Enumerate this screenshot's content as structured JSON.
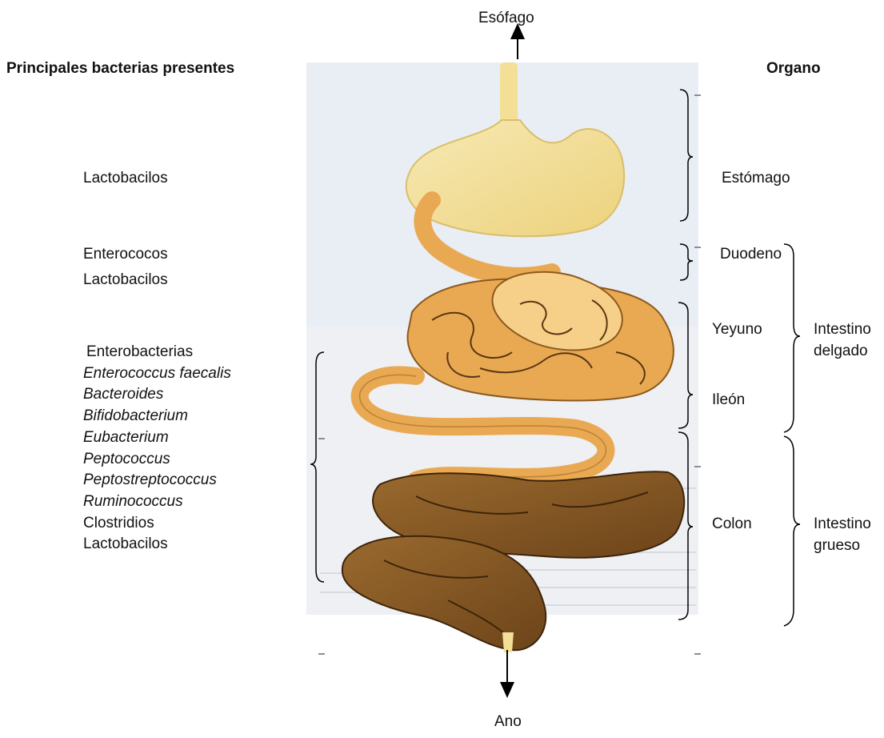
{
  "labels": {
    "left_heading": "Principales bacterias presentes",
    "right_heading": "Organo",
    "esophagus": "Esófago",
    "anus": "Ano"
  },
  "bacteria": {
    "stomach": [
      "Lactobacilos"
    ],
    "duodenum": [
      "Enterococos",
      "Lactobacilos"
    ],
    "lower": [
      {
        "text": "Enterobacterias",
        "italic": false
      },
      {
        "text": "Enterococcus faecalis",
        "italic": true
      },
      {
        "text": "Bacteroides",
        "italic": true
      },
      {
        "text": "Bifidobacterium",
        "italic": true
      },
      {
        "text": "Eubacterium",
        "italic": true
      },
      {
        "text": "Peptococcus",
        "italic": true
      },
      {
        "text": "Peptostreptococcus",
        "italic": true
      },
      {
        "text": "Ruminococcus",
        "italic": true
      },
      {
        "text": "Clostridios",
        "italic": false
      },
      {
        "text": "Lactobacilos",
        "italic": false
      }
    ]
  },
  "organs": {
    "stomach": "Estómago",
    "duodenum": "Duodeno",
    "jejunum": "Yeyuno",
    "ileum": "Ileón",
    "colon": "Colon"
  },
  "groups": {
    "small_intestine": [
      "Intestino",
      "delgado"
    ],
    "large_intestine": [
      "Intestino",
      "grueso"
    ]
  },
  "colors": {
    "stomach_fill": "#f3df96",
    "small_intestine_fill": "#e9a952",
    "small_intestine_highlight": "#f6cf88",
    "colon_fill": "#8a5a24",
    "colon_dark": "#5e3a15",
    "paper": "#eef0f4"
  }
}
